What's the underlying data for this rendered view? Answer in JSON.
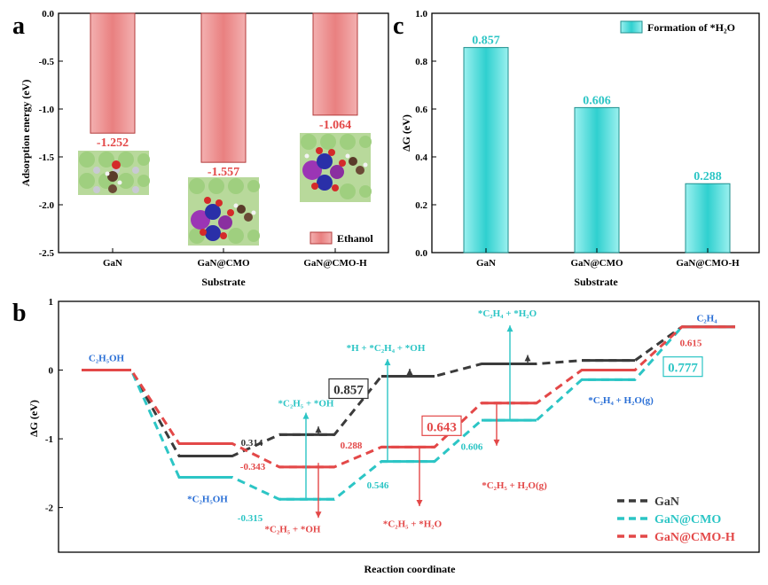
{
  "panel_letters": {
    "a": "a",
    "b": "b",
    "c": "c"
  },
  "colors": {
    "red_bar": "#ec8a8a",
    "red_bar_edge": "#b33a3a",
    "cyan_bar": "#2fd0cf",
    "cyan_bar_edge": "#1f8f8e",
    "gan": "#3b3b3b",
    "gan_cmo": "#2cc5c5",
    "gan_cmo_h": "#e34848",
    "label_red": "#e34848",
    "label_blue": "#2a6fd6",
    "label_cyan": "#2cc5c5",
    "label_gray": "#333333"
  },
  "chart_data": [
    {
      "id": "a",
      "type": "bar",
      "title": "",
      "xlabel": "Substrate",
      "ylabel": "Adsorption energy (eV)",
      "ylim": [
        -2.5,
        0.0
      ],
      "yticks": [
        "0.0",
        "-0.5",
        "-1.0",
        "-1.5",
        "-2.0",
        "-2.5"
      ],
      "ytick_values": [
        0.0,
        -0.5,
        -1.0,
        -1.5,
        -2.0,
        -2.5
      ],
      "categories": [
        "GaN",
        "GaN@CMO",
        "GaN@CMO-H"
      ],
      "series": [
        {
          "name": "Ethanol",
          "values": [
            -1.252,
            -1.557,
            -1.064
          ]
        }
      ],
      "value_labels": [
        "-1.252",
        "-1.557",
        "-1.064"
      ],
      "legend": "bottom-right",
      "grid": false
    },
    {
      "id": "c",
      "type": "bar",
      "title": "",
      "xlabel": "Substrate",
      "ylabel": "ΔG (eV)",
      "ylim": [
        0.0,
        1.0
      ],
      "yticks": [
        "0.0",
        "0.2",
        "0.4",
        "0.6",
        "0.8",
        "1.0"
      ],
      "ytick_values": [
        0.0,
        0.2,
        0.4,
        0.6,
        0.8,
        1.0
      ],
      "categories": [
        "GaN",
        "GaN@CMO",
        "GaN@CMO-H"
      ],
      "series": [
        {
          "name": "Formation of *H₂O",
          "values": [
            0.857,
            0.606,
            0.288
          ]
        }
      ],
      "value_labels": [
        "0.857",
        "0.606",
        "0.288"
      ],
      "legend": "top-right",
      "grid": false
    },
    {
      "id": "b",
      "type": "line",
      "title": "",
      "xlabel": "Reaction coordinate",
      "ylabel": "ΔG (eV)",
      "ylim": [
        -2.65,
        1.0
      ],
      "yticks": [
        "1",
        "0",
        "-1",
        "-2"
      ],
      "ytick_values": [
        1,
        0,
        -1,
        -2
      ],
      "legend": "bottom-right",
      "grid": false,
      "series": [
        {
          "name": "GaN",
          "levels": [
            0.0,
            -1.25,
            -0.94,
            -0.09,
            0.09,
            0.14,
            0.63
          ]
        },
        {
          "name": "GaN@CMO",
          "levels": [
            0.0,
            -1.56,
            -1.88,
            -1.33,
            -0.73,
            -0.14,
            0.63
          ]
        },
        {
          "name": "GaN@CMO-H",
          "levels": [
            0.0,
            -1.07,
            -1.41,
            -1.12,
            -0.48,
            0.0,
            0.63
          ]
        }
      ],
      "labels": {
        "start": "C₂H₅OH",
        "ads_ethanol": "*C₂H₅OH",
        "c2h5_oh_cyan": "*C₂H₅ + *OH",
        "c2h5_oh_red": "*C₂H₅ + *OH",
        "h_c2h4_oh": "*H + *C₂H₄ + *OH",
        "c2h5_h2o": "*C₂H₅ + *H₂O",
        "c2h4_h2o": "*C₂H₄ + *H₂O",
        "c2h5_h2o_g": "*C₂H₅ + H₂O(g)",
        "c2h4_h2o_g": "*C₂H₄ + H₂O(g)",
        "end": "C₂H₄"
      },
      "value_annotations": {
        "v0314": "0.314",
        "vm0343": "-0.343",
        "vm0315": "-0.315",
        "v0288": "0.288",
        "v0546": "0.546",
        "v0606": "0.606",
        "v0615": "0.615",
        "box_0857": "0.857",
        "box_0643": "0.643",
        "box_0777": "0.777"
      }
    }
  ]
}
